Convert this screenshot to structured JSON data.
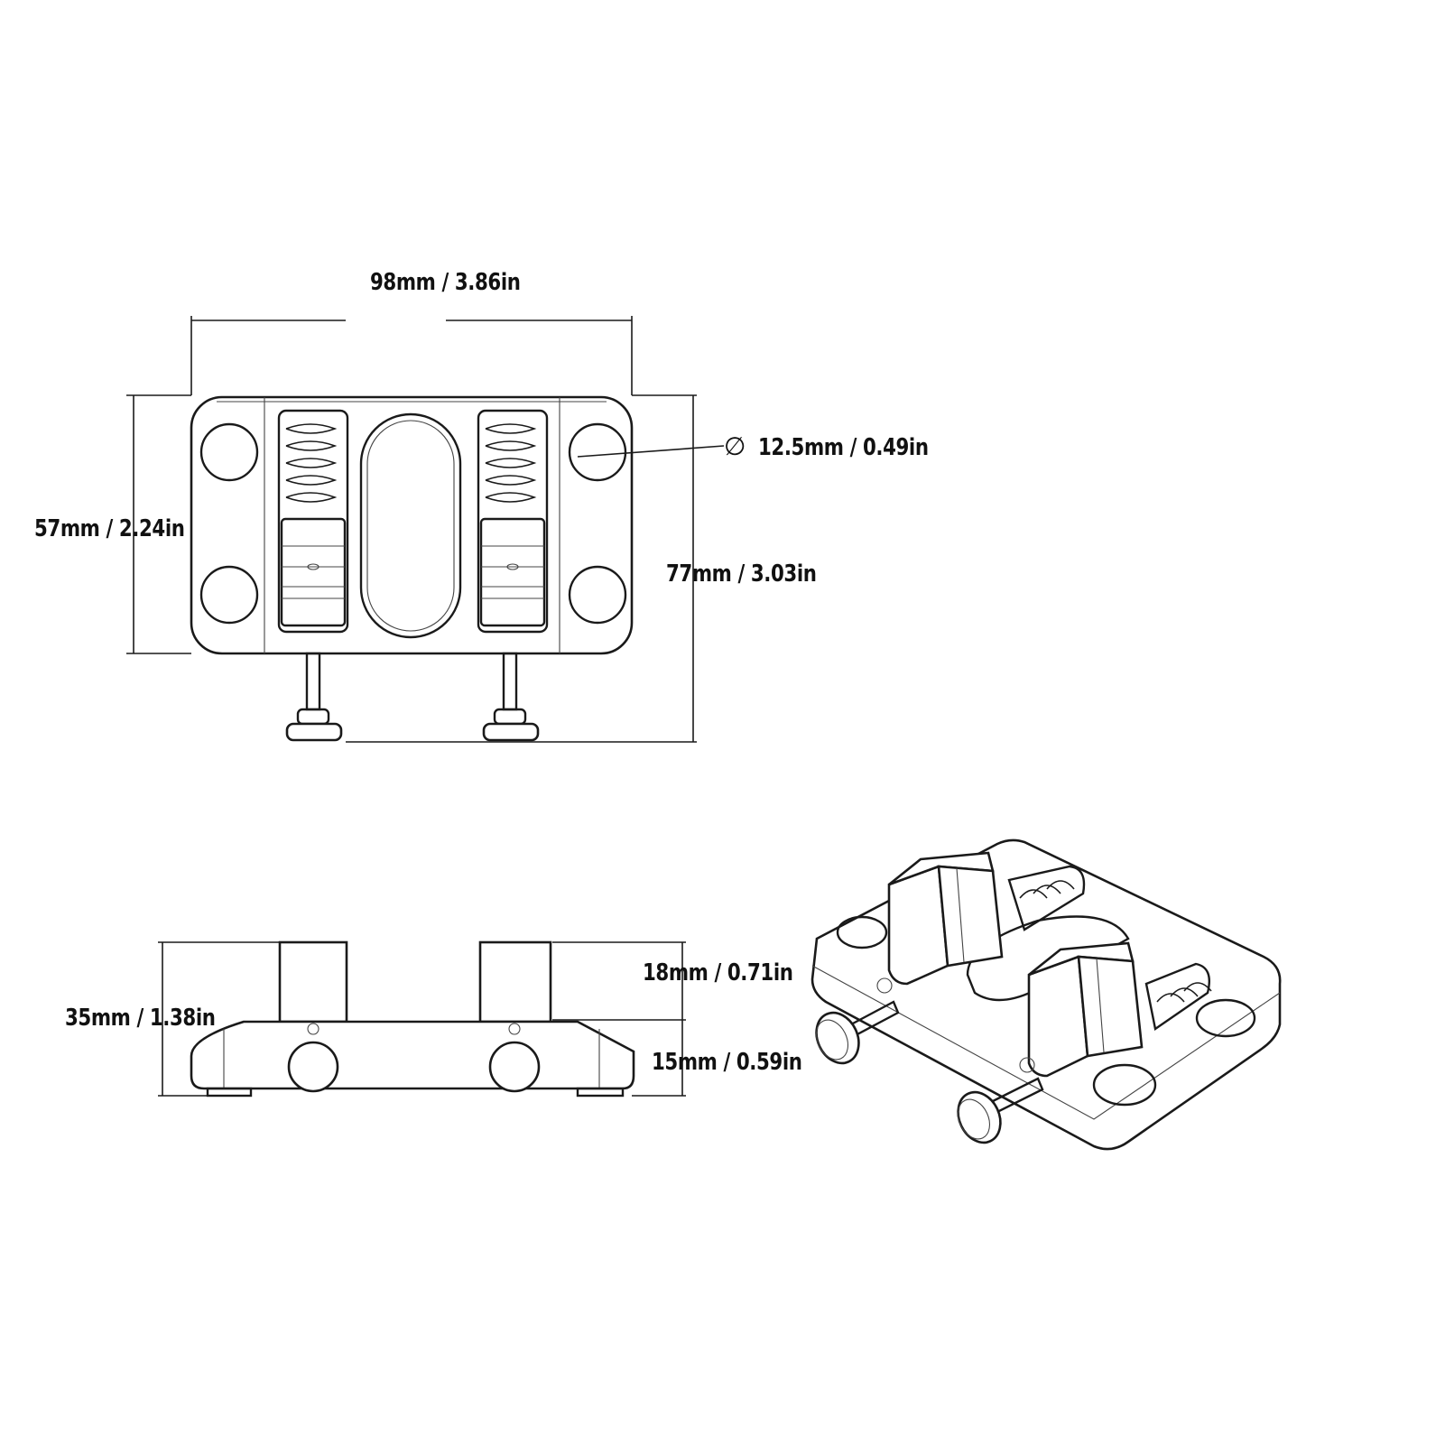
{
  "dimensions": {
    "width_top": "98mm / 3.86in",
    "hole_diameter": "12.5mm / 0.49in",
    "height_plate": "57mm / 2.24in",
    "height_total": "77mm / 3.03in",
    "height_side": "35mm / 1.38in",
    "height_clamp": "18mm / 0.71in",
    "height_base": "15mm / 0.59in"
  },
  "symbols": {
    "diameter": "∅"
  },
  "colors": {
    "line": "#1a1a1a",
    "background": "#ffffff",
    "text": "#111111"
  }
}
